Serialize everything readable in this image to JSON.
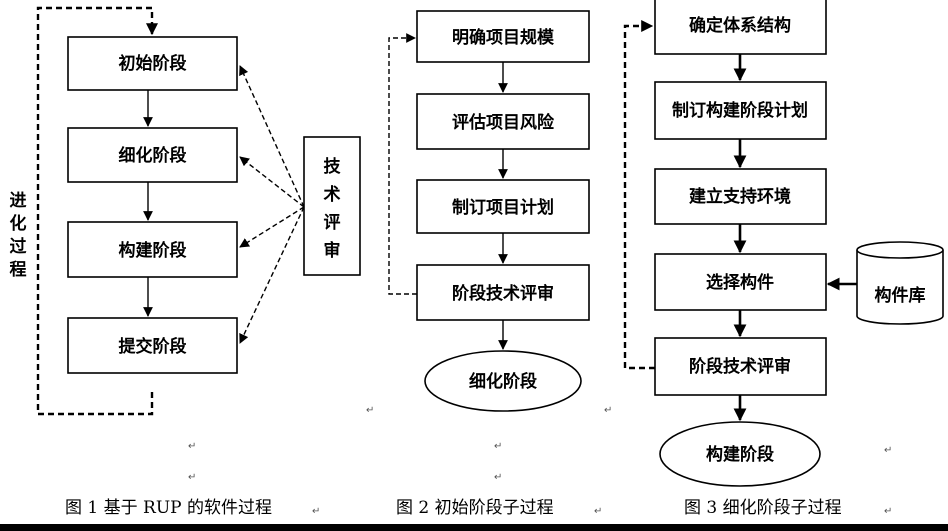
{
  "fig1": {
    "nodes": [
      "初始阶段",
      "细化阶段",
      "构建阶段",
      "提交阶段"
    ],
    "review": "技术评审",
    "loop_label": "进化过程",
    "caption": "图 1  基于 RUP 的软件过程"
  },
  "fig2": {
    "nodes": [
      "明确项目规模",
      "评估项目风险",
      "制订项目计划",
      "阶段技术评审"
    ],
    "end": "细化阶段",
    "caption": "图 2  初始阶段子过程"
  },
  "fig3": {
    "nodes": [
      "确定体系结构",
      "制订构建阶段计划",
      "建立支持环境",
      "选择构件",
      "阶段技术评审"
    ],
    "store": "构件库",
    "end": "构建阶段",
    "caption": "图 3  细化阶段子过程"
  },
  "marks": {
    "paragraph": "↵"
  }
}
